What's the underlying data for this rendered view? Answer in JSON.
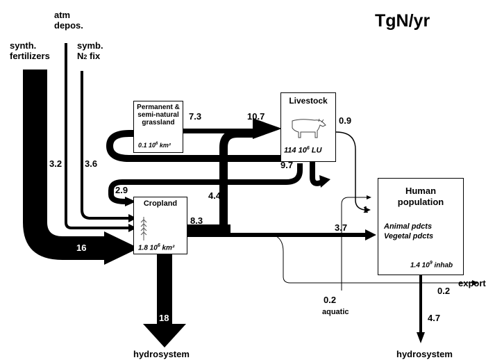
{
  "unit": "TgN/yr",
  "inputs": {
    "atm_depos": [
      "atm",
      "depos."
    ],
    "synth_fertilizers": [
      "synth.",
      "fertilizers"
    ],
    "symb_fix": [
      "symb.",
      "N",
      "2",
      " fix"
    ]
  },
  "boxes": {
    "grassland": {
      "title": [
        "Permanent &",
        "semi-natural",
        "grassland"
      ],
      "area": "0.1 10",
      "area_exp": "6",
      "area_unit": " km²"
    },
    "livestock": {
      "title": "Livestock",
      "sub": "114 10",
      "sub_exp": "6",
      "sub_unit": " LU"
    },
    "cropland": {
      "title": "Cropland",
      "area": "1.8 10",
      "area_exp": "6",
      "area_unit": " km²"
    },
    "human": {
      "title": [
        "Human",
        "population"
      ],
      "products": [
        "Animal pdcts",
        "Vegetal pdcts"
      ],
      "pop": "1.4 10",
      "pop_exp": "9",
      "pop_unit": " inhab"
    }
  },
  "flows": {
    "fert_to_cropland": "16",
    "fert_value": "3.2",
    "symb_fix": "3.6",
    "grass_to_livestock": "7.3",
    "feed_to_livestock": "10.7",
    "livestock_to_human": "0.9",
    "manure_to_grass": "9.7",
    "manure_to_crop": "2.9",
    "crop_to_livestock": "4.4",
    "crop_out": "8.3",
    "to_human": "1",
    "veg_to_human": "3.7",
    "export_value": "0.2",
    "export_label": "export",
    "aquatic_value": "0.2",
    "aquatic_label": "aquatic",
    "crop_to_hydro": "18",
    "human_to_hydro": "4.7",
    "hydrosystem": "hydrosystem"
  }
}
